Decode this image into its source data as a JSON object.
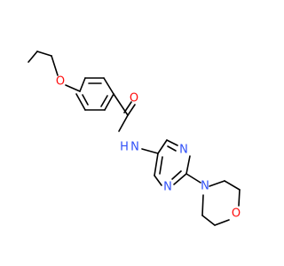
{
  "molecule": {
    "atoms": {
      "o_ether": {
        "symbol": "O",
        "color": "#ff0d0d"
      },
      "o_carbonyl": {
        "symbol": "O",
        "color": "#ff0d0d"
      },
      "n_amide": {
        "symbol": "N",
        "color": "#3050f8"
      },
      "h_amide": {
        "symbol": "H",
        "color": "#3050f8"
      },
      "n_ring_top": {
        "symbol": "N",
        "color": "#3050f8"
      },
      "n_ring_bottom": {
        "symbol": "N",
        "color": "#3050f8"
      },
      "n_morpholine": {
        "symbol": "N",
        "color": "#3050f8"
      },
      "o_morpholine": {
        "symbol": "O",
        "color": "#ff0d0d"
      }
    },
    "bond_color": "#000000"
  }
}
